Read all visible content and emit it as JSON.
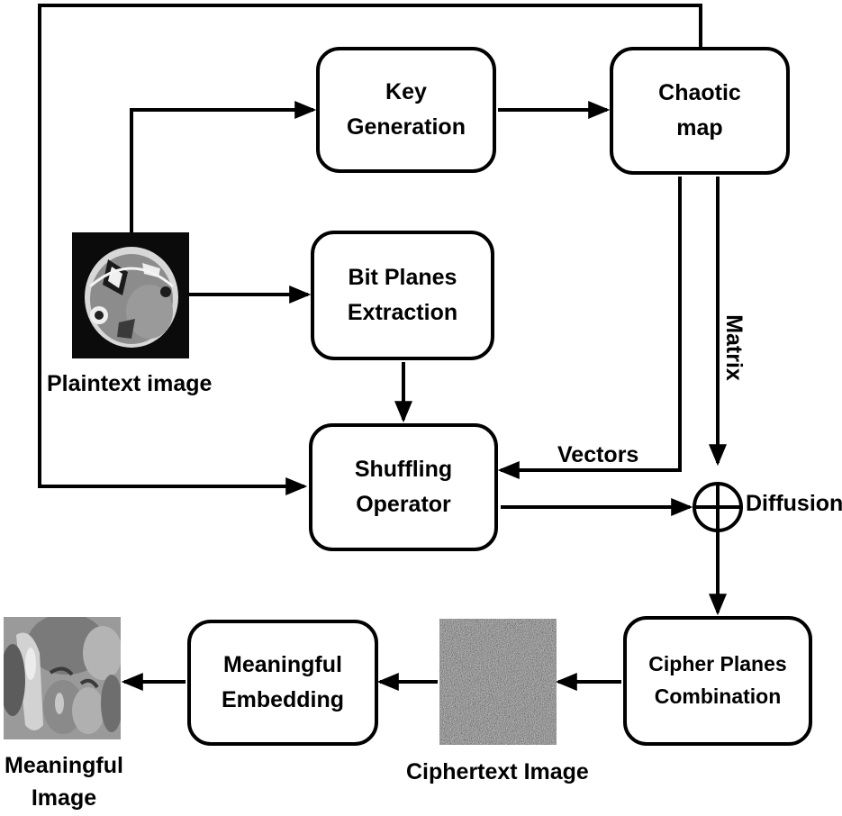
{
  "boxes": {
    "key_generation": {
      "line1": "Key",
      "line2": "Generation"
    },
    "chaotic_map": {
      "line1": "Chaotic",
      "line2": "map"
    },
    "bit_planes": {
      "line1": "Bit Planes",
      "line2": "Extraction"
    },
    "shuffling": {
      "line1": "Shuffling",
      "line2": "Operator"
    },
    "cipher_planes": {
      "line1": "Cipher Planes",
      "line2": "Combination"
    },
    "meaningful_embedding": {
      "line1": "Meaningful",
      "line2": "Embedding"
    }
  },
  "labels": {
    "plaintext_image": "Plaintext image",
    "ciphertext_image": "Ciphertext Image",
    "meaningful_image_line1": "Meaningful",
    "meaningful_image_line2": "Image",
    "matrix": "Matrix",
    "vectors": "Vectors",
    "diffusion": "Diffusion"
  },
  "colors": {
    "stroke": "#000000",
    "background": "#ffffff"
  }
}
